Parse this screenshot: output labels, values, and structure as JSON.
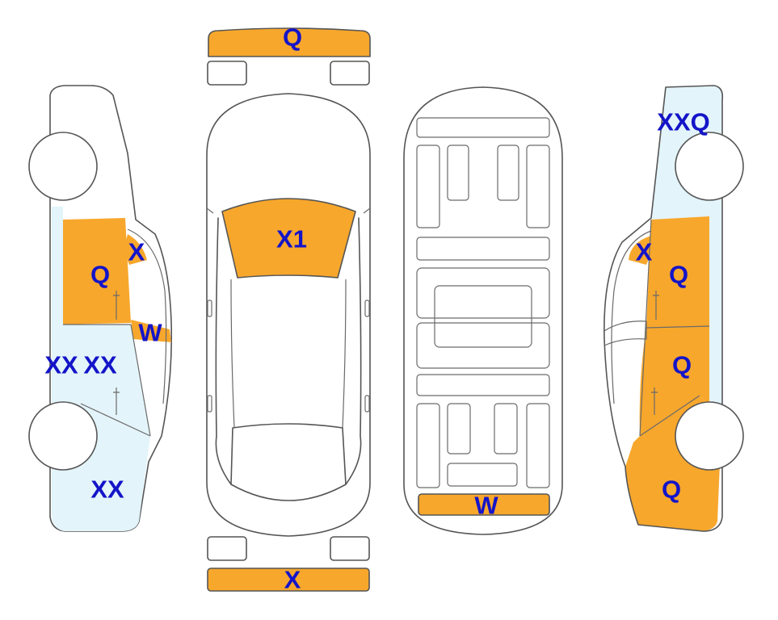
{
  "colors": {
    "damage": "#F7A72C",
    "light_damage": "#E3F4FA",
    "outline": "#555555",
    "label": "#1414C8"
  },
  "labels": {
    "front_bumper": "Q",
    "rear_bumper": "X",
    "windshield": "X1",
    "trunk_panel": "W",
    "left_quarter_window": "X",
    "left_front_door": "Q",
    "left_mirror": "W",
    "left_rear_door_a": "XX",
    "left_rear_door_b": "XX",
    "left_rear_fender": "XX",
    "right_front_fender": "XXQ",
    "right_quarter_window": "X",
    "right_front_door": "Q",
    "right_rear_door": "Q",
    "right_rear_fender": "Q"
  }
}
